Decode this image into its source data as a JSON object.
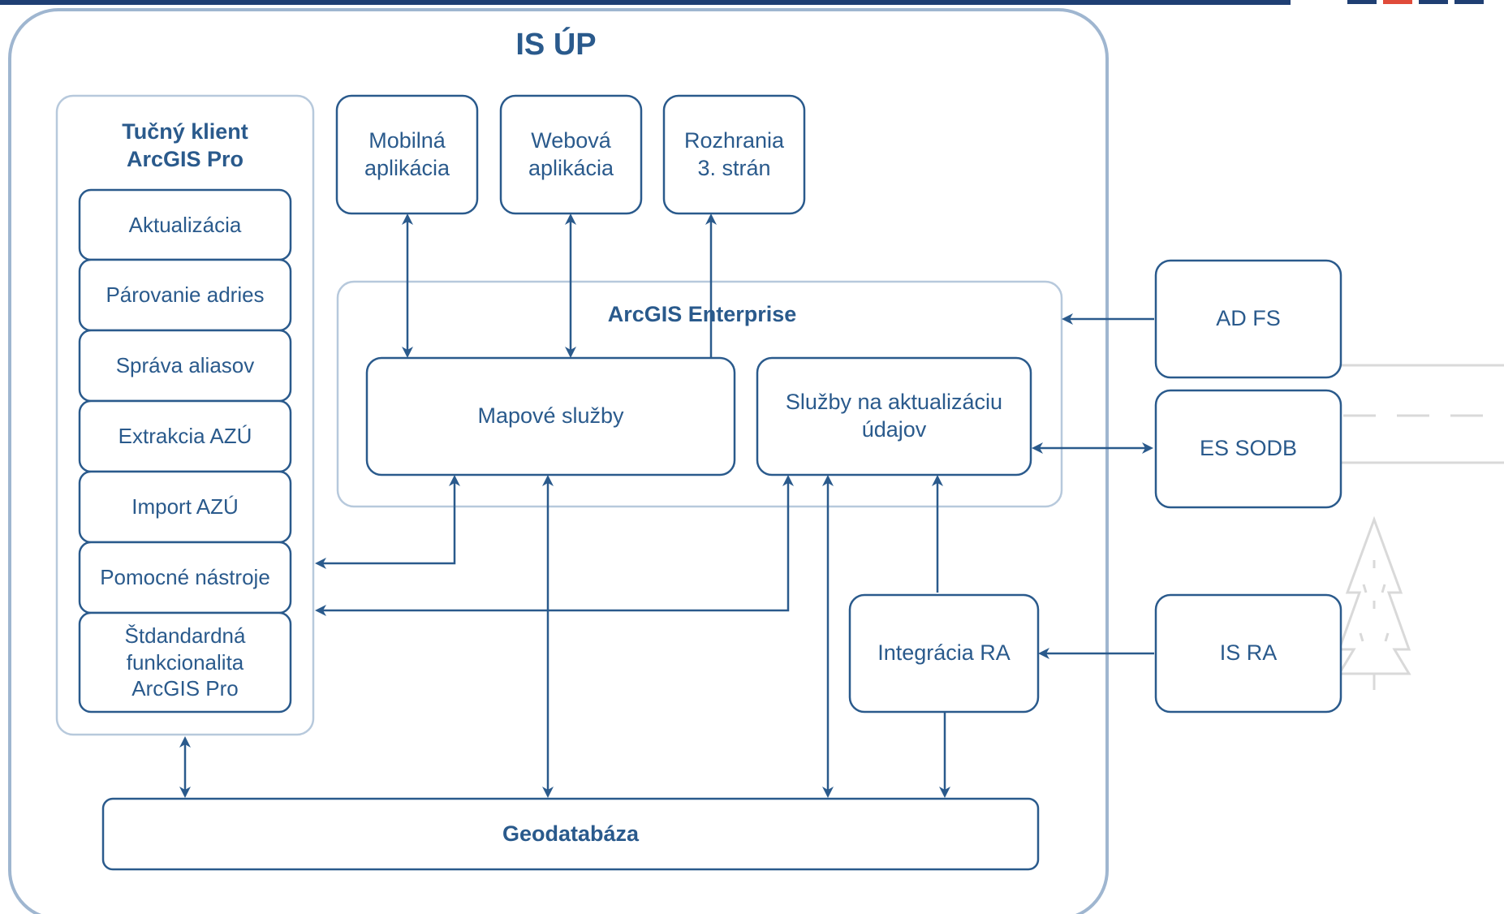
{
  "diagram": {
    "title": "IS ÚP",
    "thick_client": {
      "title": "Tučný klient\nArcGIS Pro",
      "modules": [
        "Aktualizácia",
        "Párovanie adries",
        "Správa aliasov",
        "Extrakcia AZÚ",
        "Import AZÚ",
        "Pomocné nástroje",
        "Štdandardná\nfunkcionalita\nArcGIS Pro"
      ]
    },
    "clients": [
      "Mobilná\naplikácia",
      "Webová\naplikácia",
      "Rozhrania\n3. strán"
    ],
    "enterprise": {
      "title": "ArcGIS Enterprise",
      "map_services": "Mapové služby",
      "update_services": "Služby na aktualizáciu\núdajov"
    },
    "integration_ra": "Integrácia RA",
    "geodatabase": "Geodatabáza",
    "external": {
      "ad_fs": "AD FS",
      "es_sodb": "ES SODB",
      "is_ra": "IS RA"
    },
    "colors": {
      "line": "#2a5a8c",
      "frame": "#9fb6d0",
      "light_frame": "#b7c9dc",
      "background_decor": "#d9d9d9",
      "top_bar": "#1f3f73",
      "accent_red": "#e04b3a"
    }
  }
}
